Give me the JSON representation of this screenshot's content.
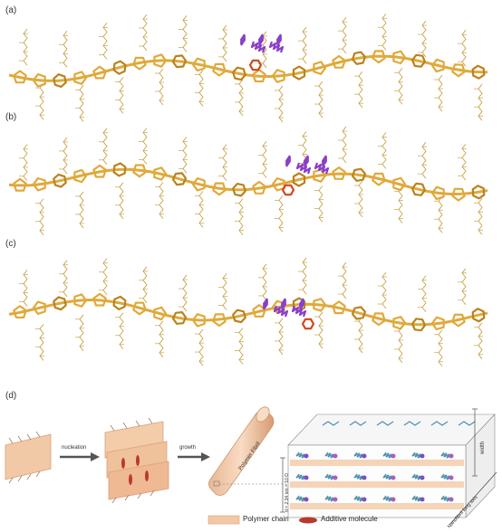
{
  "panels": [
    {
      "label": "(a)"
    },
    {
      "label": "(b)"
    },
    {
      "label": "(c)"
    },
    {
      "label": "(d)"
    }
  ],
  "schematic": {
    "step1_label": "nucleation",
    "step2_label": "growth",
    "fibril_label": "Polymer Fibril",
    "spacing_label": "d = 2.34 nm = 10 D",
    "width_label": "width",
    "axis_label": "Nanofibril long axis"
  },
  "legend": {
    "polymer_chain": "Polymer chain",
    "additive_molecule": "Additive molecule"
  },
  "colors": {
    "polymer": "#e0a93a",
    "polymer_dark": "#b9821f",
    "additive": "#8a3fc7",
    "highlight": "#d0461c",
    "ribbon": "#f2c9a6",
    "ribbon_dark": "#d9a07a",
    "crystal": "#4e8fb0"
  }
}
